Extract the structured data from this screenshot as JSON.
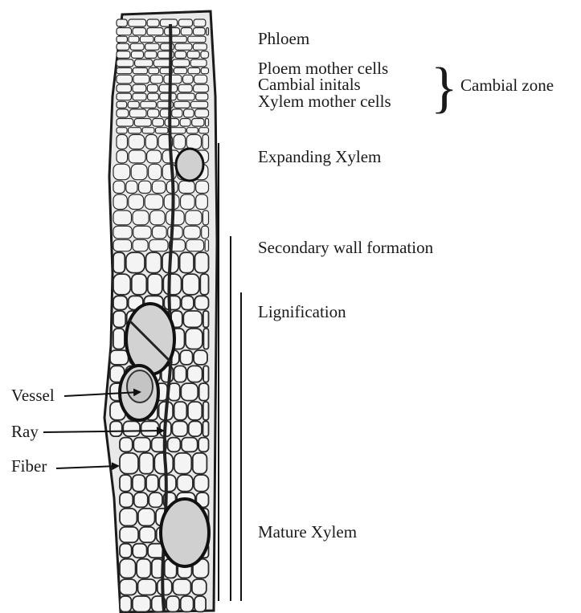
{
  "labels": {
    "phloem": "Phloem",
    "phloem_mother_cells": "Ploem mother cells",
    "cambial_initials": "Cambial initals",
    "xylem_mother_cells": "Xylem mother cells",
    "cambial_zone": "Cambial zone",
    "expanding_xylem": "Expanding Xylem",
    "secondary_wall": "Secondary wall formation",
    "lignification": "Lignification",
    "mature_xylem": "Mature Xylem",
    "vessel": "Vessel",
    "ray": "Ray",
    "fiber": "Fiber"
  },
  "brace_glyph": "}"
}
